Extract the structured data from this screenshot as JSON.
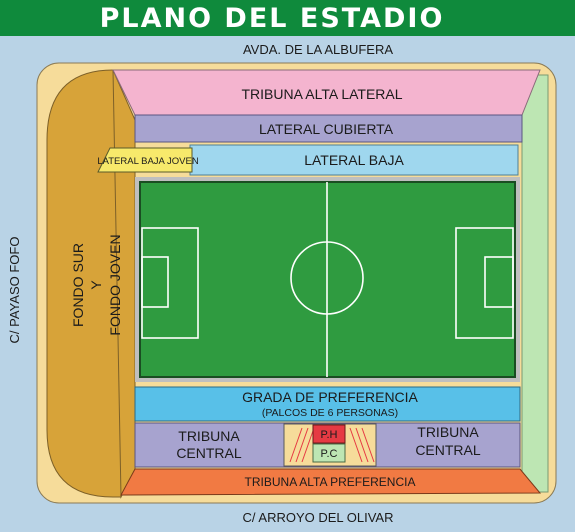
{
  "title": "PLANO DEL ESTADIO",
  "streets": {
    "north": "AVDA. DE LA ALBUFERA",
    "south": "C/  ARROYO DEL OLIVAR",
    "west": "C/  PAYASO  FOFO"
  },
  "sections": {
    "tribuna_alta_lateral": "TRIBUNA  ALTA LATERAL",
    "lateral_cubierta": "LATERAL CUBIERTA",
    "lateral_baja": "LATERAL  BAJA",
    "lateral_baja_joven": "LATERAL BAJA JOVEN",
    "fondo": [
      "FONDO SUR",
      "Y",
      "FONDO JOVEN"
    ],
    "grada_preferencia": "GRADA  DE  PREFERENCIA",
    "palcos": "(PALCOS  DE  6  PERSONAS)",
    "tribuna_central_left": [
      "TRIBUNA",
      "CENTRAL"
    ],
    "tribuna_central_right": [
      "TRIBUNA",
      "CENTRAL"
    ],
    "ph": "P.H",
    "pc": "P.C",
    "tribuna_alta_preferencia": "TRIBUNA  ALTA  PREFERENCIA"
  },
  "colors": {
    "header_bg": "#0f8a3c",
    "street_bg": "#b9d3e6",
    "pink": "#f4b4cf",
    "lavender": "#a7a3cf",
    "light_blue": "#9fd7ee",
    "grada_blue": "#58c0e8",
    "orange": "#f17a43",
    "mustard": "#d7a339",
    "cream": "#f6dc9a",
    "pitch": "#2f9b40",
    "light_green": "#bde6b3",
    "red": "#e63a43"
  }
}
